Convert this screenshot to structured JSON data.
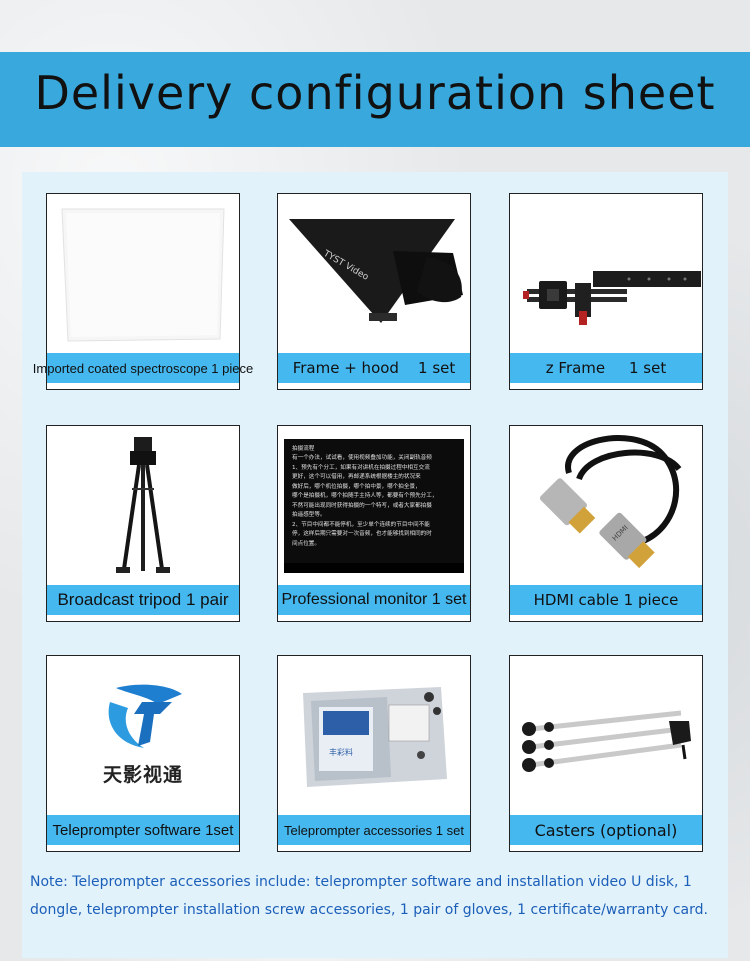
{
  "header": {
    "title": "Delivery configuration sheet"
  },
  "items": [
    {
      "label": "Imported coated spectroscope 1 piece"
    },
    {
      "label": "Frame + hood    1 set",
      "image_text": "TYST Video"
    },
    {
      "label": "z Frame     1 set"
    },
    {
      "label": "Broadcast tripod 1 pair"
    },
    {
      "label": "Professional monitor 1 set",
      "screen_lines": [
        "拍摄流程",
        "有一个办法，试试看，使用视频叠加功能，关闭副轨音频",
        "1、预先有个分工，如果有对讲机在拍摄过程中相互交流",
        "更好，这个可以借用，再邮递系统根据楼主的状况来",
        "做好后，哪个机位拍摄，哪个拍中景，哪个拍全景，",
        "哪个是拍摄机，哪个拍随手主持人等，都要有个预先分工，",
        "不然可能出现同时获得拍摄的一个特写，或者大家都拍摄",
        "拍遥感型等。",
        "2、节目中间都不能停机，至少单个连续的节目中间不能",
        "停，这样后期只需要对一次音频，也才能够找到相同的时",
        "间点位置。"
      ]
    },
    {
      "label": "HDMI cable 1 piece",
      "image_text": "HDMI"
    },
    {
      "label": "Teleprompter software 1set",
      "logo_text": "天影视通"
    },
    {
      "label": "Teleprompter accessories 1 set",
      "image_text": "丰彩料"
    },
    {
      "label": "Casters (optional)"
    }
  ],
  "note": "Note: Teleprompter accessories include: teleprompter software and installation video U disk, 1 dongle, teleprompter installation screw accessories, 1 pair of gloves, 1 certificate/warranty card.",
  "colors": {
    "band": "#39a9dd",
    "label_bg": "#45b8ef",
    "panel": "#e1f2fb",
    "note_text": "#1c5fb8"
  }
}
